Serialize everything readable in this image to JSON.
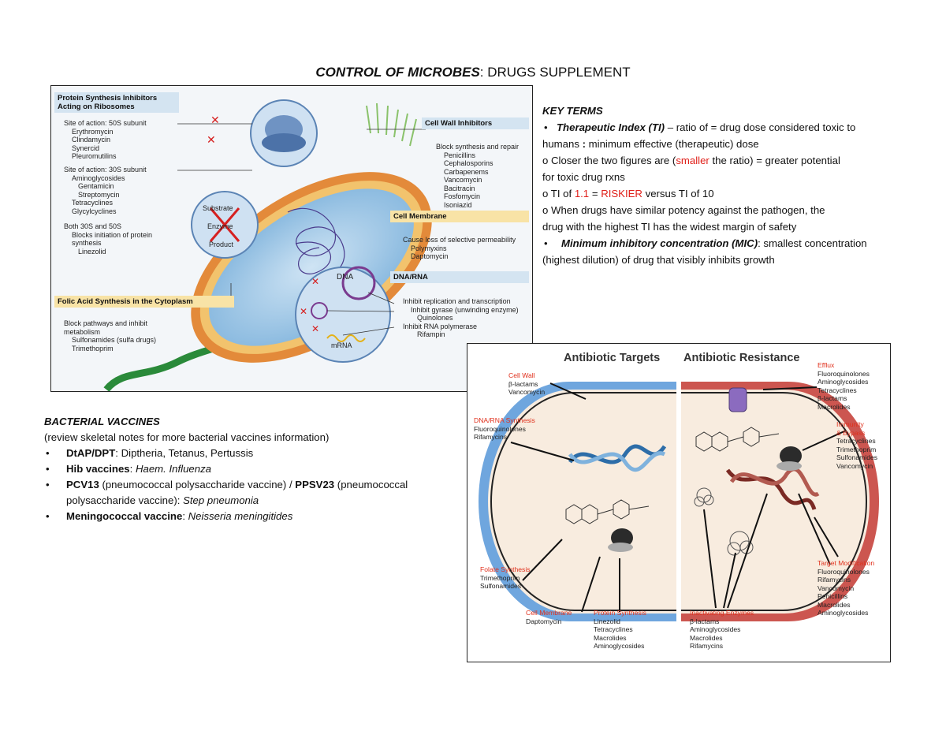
{
  "title": {
    "emph": "CONTROL OF MICROBES",
    "rest": ": DRUGS SUPPLEMENT"
  },
  "fig1": {
    "protein_header": [
      "Protein Synthesis Inhibitors",
      "Acting on Ribosomes"
    ],
    "site50s": "Site of action: 50S subunit",
    "drugs50s": [
      "Erythromycin",
      "Clindamycin",
      "Synercid",
      "Pleuromutilins"
    ],
    "site30s": "Site of action: 30S subunit",
    "drugs30s": [
      "Aminoglycosides",
      "Gentamicin",
      "Streptomycin",
      "Tetracyclines",
      "Glycylcyclines"
    ],
    "both": "Both 30S and 50S",
    "both_desc": [
      "Blocks initiation of protein",
      "synthesis",
      "Linezolid"
    ],
    "folic_header": "Folic Acid Synthesis in the Cytoplasm",
    "folic_desc": [
      "Block pathways and inhibit",
      "metabolism"
    ],
    "folic_drugs": [
      "Sulfonamides (sulfa drugs)",
      "Trimethoprim"
    ],
    "cellwall_header": "Cell Wall Inhibitors",
    "cellwall_desc": "Block synthesis and repair",
    "cellwall_drugs": [
      "Penicillins",
      "Cephalosporins",
      "Carbapenems",
      "Vancomycin",
      "Bacitracin",
      "Fosfomycin",
      "Isoniazid"
    ],
    "membrane_header": "Cell Membrane",
    "membrane_desc": "Cause loss of selective permeability",
    "membrane_drugs": [
      "Polymyxins",
      "Daptomycin"
    ],
    "dna_header": "DNA/RNA",
    "dna_desc1": "Inhibit replication and transcription",
    "dna_desc2": "Inhibit gyrase (unwinding enzyme)",
    "dna_drug1": "Quinolones",
    "dna_desc3": "Inhibit RNA polymerase",
    "dna_drug2": "Rifampin",
    "substrate": "Substrate",
    "enzyme": "Enzyme",
    "product": "Product",
    "dna_label": "DNA",
    "mrna_label": "mRNA"
  },
  "keyterms": {
    "title": "KEY TERMS",
    "ti_term": "Therapeutic Index (TI)",
    "ti_def1": " – ratio of = drug dose considered toxic to",
    "ti_def2a": "humans ",
    "ti_def2b": ":",
    "ti_def2c": " minimum effective (therapeutic) dose",
    "closer_a": "o   Closer the two figures are (",
    "closer_red": "smaller",
    "closer_b": " the ratio) = greater potential",
    "closer_c": "for toxic drug rxns",
    "ti_a": "o   TI of ",
    "ti_red1": "1.1",
    "ti_b": " = ",
    "ti_red2": "RISKIER",
    "ti_c": " versus TI of 10",
    "potency1": "o   When drugs have similar potency against the pathogen, the",
    "potency2": "drug with the highest TI has the widest margin of safety",
    "mic_term": "Minimum inhibitory concentration (MIC)",
    "mic_def1": ":  smallest concentration",
    "mic_def2": "(highest dilution) of drug that visibly inhibits growth"
  },
  "vaccines": {
    "title": "BACTERIAL VACCINES",
    "note": "(review skeletal notes for more bacterial vaccines information)",
    "dtap_b": "DtAP/DPT",
    "dtap_t": ": Diptheria, Tetanus, Pertussis",
    "hib_b": "Hib vaccines",
    "hib_t": ": ",
    "hib_i": "Haem. Influenza",
    "pcv_b": "PCV13",
    "pcv_t1": " (pneumococcal polysaccharide vaccine) / ",
    "ppsv_b": "PPSV23",
    "pcv_t2": " (pneumococcal",
    "pcv_t3": "polysaccharide vaccine): ",
    "pcv_i": "Step pneumonia",
    "men_b": "Meningococcal vaccine",
    "men_t": ": ",
    "men_i": "Neisseria meningitides"
  },
  "fig2": {
    "targets_title": "Antibiotic Targets",
    "resistance_title": "Antibiotic Resistance",
    "cellwall": {
      "label": "Cell Wall",
      "drugs": [
        "β-lactams",
        "Vancomycin"
      ]
    },
    "dnarna": {
      "label": "DNA/RNA Synthesis",
      "drugs": [
        "Fluoroquinolones",
        "Rifamycins"
      ]
    },
    "folate": {
      "label": "Folate Synthesis",
      "drugs": [
        "Trimethoprim",
        "Sulfonamides"
      ]
    },
    "membrane": {
      "label": "Cell Membrane",
      "drugs": [
        "Daptomycin"
      ]
    },
    "protein": {
      "label": "Protein Synthesis",
      "drugs": [
        "Linezolid",
        "Tetracyclines",
        "Macrolides",
        "Aminoglycosides"
      ]
    },
    "efflux": {
      "label": "Efflux",
      "drugs": [
        "Fluoroquinolones",
        "Aminoglycosides",
        "Tetracyclines",
        "β-lactams",
        "Macrolides"
      ]
    },
    "immunity": {
      "label1": "Immunity",
      "label2": "& Bypass",
      "drugs": [
        "Tetracyclines",
        "Trimethoprim",
        "Sulfonamides",
        "Vancomycin"
      ]
    },
    "targetmod": {
      "label": "Target Modification",
      "drugs": [
        "Fluoroquinolones",
        "Rifamycins",
        "Vancomycin",
        "Penicillins",
        "Macrolides",
        "Aminoglycosides"
      ]
    },
    "inactivating": {
      "label": "Inactivating Enzymes",
      "drugs": [
        "β-lactams",
        "Aminoglycosides",
        "Macrolides",
        "Rifamycins"
      ]
    }
  }
}
